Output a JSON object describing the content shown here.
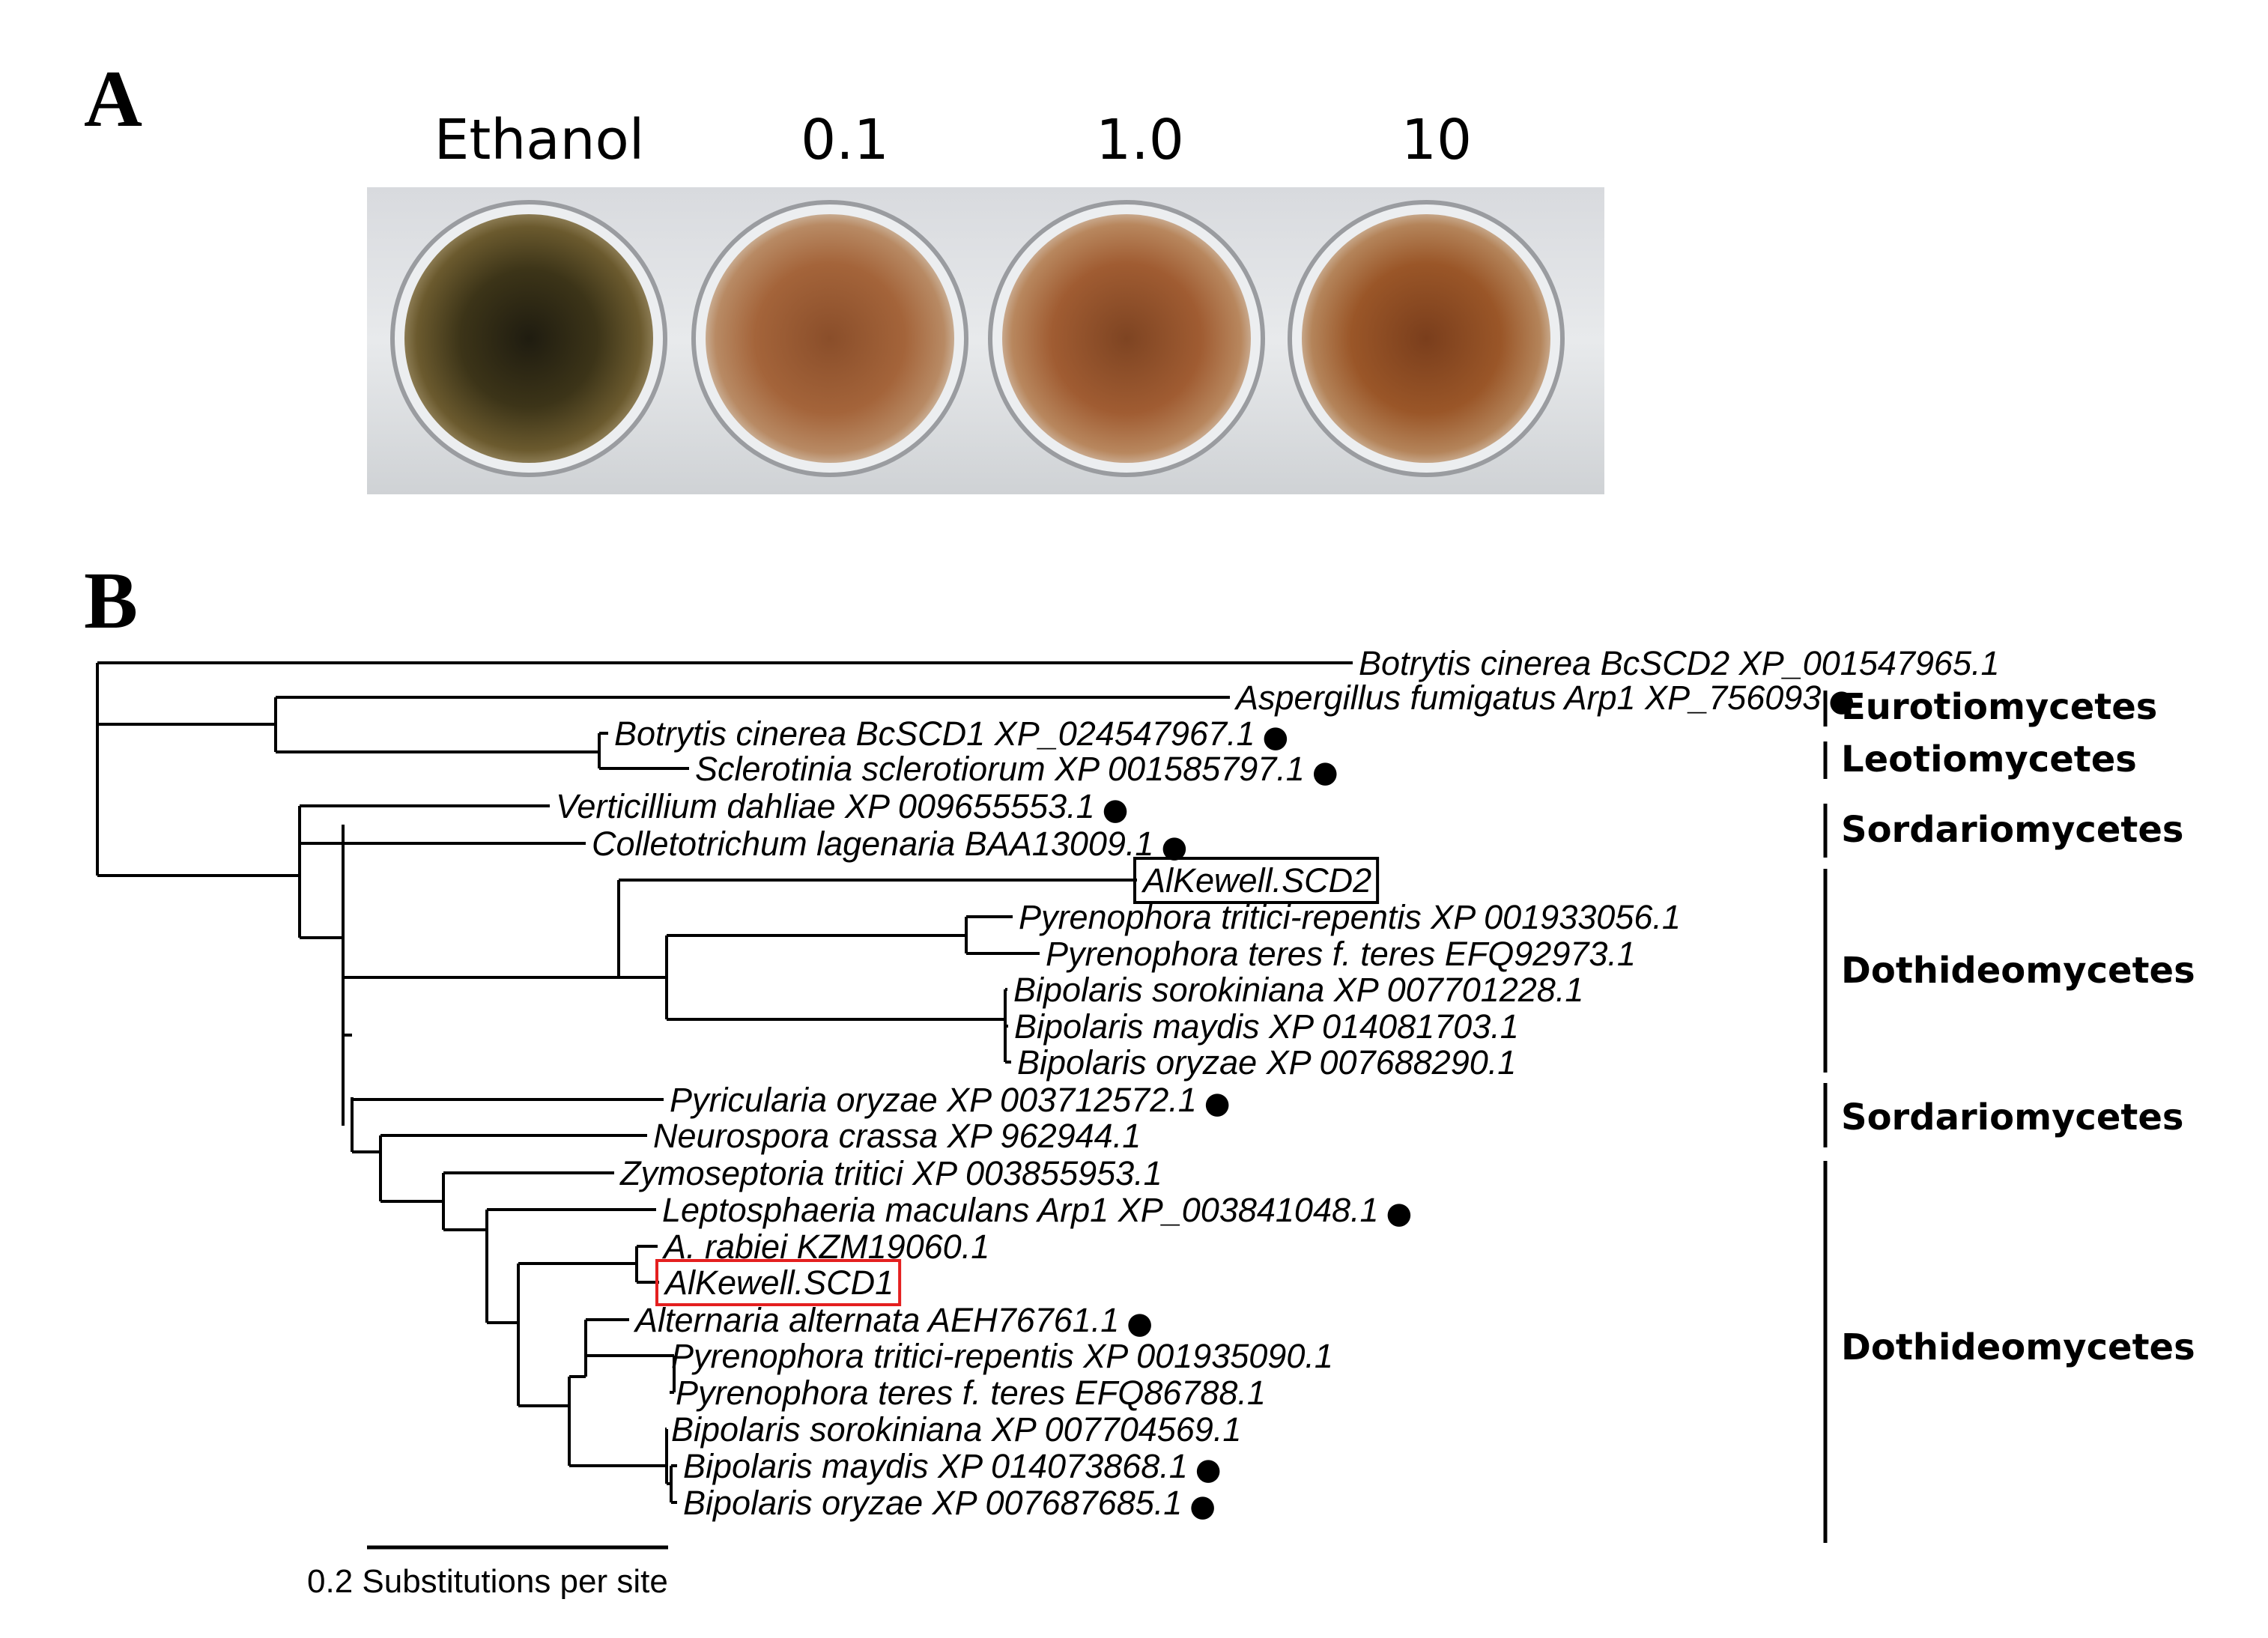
{
  "panel_a": {
    "letter": "A",
    "columns": [
      "Ethanol",
      "0.1",
      "1.0",
      "10"
    ],
    "well_colors": [
      "#3c3418",
      "#a4643a",
      "#a05c32",
      "#9a5628"
    ]
  },
  "panel_b": {
    "letter": "B",
    "scale_bar_label": "0.2 Substitutions per site",
    "boxed_taxon_color": "#000000",
    "highlighted_taxon_color": "#e41f1f",
    "marker": "●",
    "taxa": [
      {
        "label": "Botrytis cinerea BcSCD2 XP_001547965.1",
        "dot": false
      },
      {
        "label": "Aspergillus fumigatus Arp1 XP_756093",
        "dot": true
      },
      {
        "label": "Botrytis cinerea BcSCD1 XP_024547967.1",
        "dot": true
      },
      {
        "label": "Sclerotinia sclerotiorum XP 001585797.1",
        "dot": true
      },
      {
        "label": "Verticillium dahliae XP 009655553.1",
        "dot": true
      },
      {
        "label": "Colletotrichum lagenaria BAA13009.1",
        "dot": true
      },
      {
        "label": "AlKewell.SCD2",
        "dot": false,
        "box": "black"
      },
      {
        "label": "Pyrenophora tritici-repentis XP 001933056.1",
        "dot": false
      },
      {
        "label": "Pyrenophora teres f. teres EFQ92973.1",
        "dot": false
      },
      {
        "label": "Bipolaris sorokiniana XP 007701228.1",
        "dot": false
      },
      {
        "label": "Bipolaris maydis XP 014081703.1",
        "dot": false
      },
      {
        "label": "Bipolaris oryzae XP 007688290.1",
        "dot": false
      },
      {
        "label": "Pyricularia oryzae XP 003712572.1",
        "dot": true
      },
      {
        "label": "Neurospora crassa XP 962944.1",
        "dot": false
      },
      {
        "label": "Zymoseptoria tritici XP 003855953.1",
        "dot": false
      },
      {
        "label": "Leptosphaeria maculans Arp1 XP_003841048.1",
        "dot": true
      },
      {
        "label": "A. rabiei KZM19060.1",
        "dot": false
      },
      {
        "label": "AlKewell.SCD1",
        "dot": false,
        "box": "red"
      },
      {
        "label": "Alternaria alternata AEH76761.1",
        "dot": true
      },
      {
        "label": "Pyrenophora tritici-repentis XP 001935090.1",
        "dot": false
      },
      {
        "label": "Pyrenophora teres f. teres EFQ86788.1",
        "dot": false
      },
      {
        "label": "Bipolaris sorokiniana XP 007704569.1",
        "dot": false
      },
      {
        "label": "Bipolaris maydis XP 014073868.1",
        "dot": true
      },
      {
        "label": "Bipolaris oryzae XP 007687685.1",
        "dot": true
      }
    ],
    "clades": [
      {
        "label": "Eurotiomycetes"
      },
      {
        "label": "Leotiomycetes"
      },
      {
        "label": "Sordariomycetes"
      },
      {
        "label": "Dothideomycetes"
      },
      {
        "label": "Sordariomycetes"
      },
      {
        "label": "Dothideomycetes"
      }
    ]
  }
}
